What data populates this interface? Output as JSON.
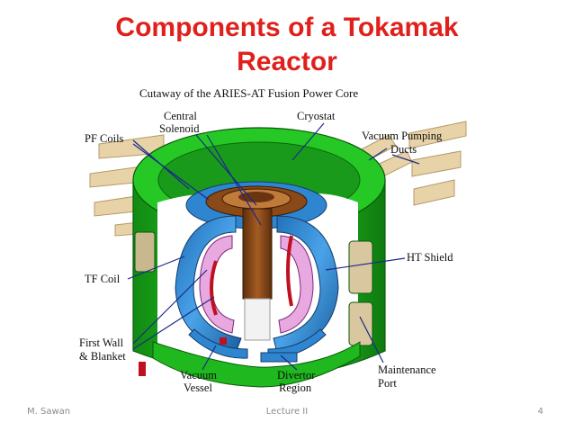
{
  "slide": {
    "title_line1": "Components of a Tokamak",
    "title_line2": "Reactor"
  },
  "figure": {
    "caption": "Cutaway of the ARIES-AT Fusion Power Core",
    "labels": {
      "central": "Central",
      "solenoid": "Solenoid",
      "cryostat": "Cryostat",
      "pf_coils": "PF Coils",
      "vacuum_pumping": "Vacuum Pumping",
      "ducts": "Ducts",
      "tf_coil": "TF Coil",
      "ht_shield": "HT Shield",
      "first_wall": "First Wall",
      "blanket": "& Blanket",
      "vacuum": "Vacuum",
      "vessel": "Vessel",
      "divertor": "Divertor",
      "region": "Region",
      "maintenance": "Maintenance",
      "port": "Port"
    },
    "colors": {
      "cryostat": "#1fb81f",
      "cryostat_dark": "#128a12",
      "ducts": "#e8d3a8",
      "tf_coil": "#2f86d0",
      "solenoid": "#8a4a18",
      "plasma": "#e8a8e0",
      "first_wall": "#c01020",
      "leader": "#1a2a8a"
    }
  },
  "footer": {
    "author": "M. Sawan",
    "lecture": "Lecture II",
    "page": "4"
  }
}
